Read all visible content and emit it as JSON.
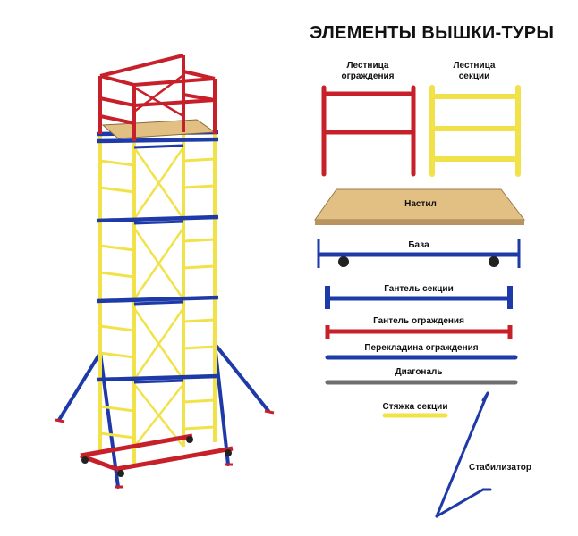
{
  "title": "ЭЛЕМЕНТЫ ВЫШКИ-ТУРЫ",
  "elements": {
    "ladder_guard": "Лестница ограждения",
    "ladder_section": "Лестница секции",
    "deck": "Настил",
    "base": "База",
    "dumbbell_section": "Гантель секции",
    "dumbbell_guard": "Гантель ограждения",
    "crossbar_guard": "Перекладина ограждения",
    "diagonal": "Диагональ",
    "tie_section": "Стяжка секции",
    "stabilizer": "Стабилизатор"
  },
  "colors": {
    "red": "#c8202a",
    "yellow": "#f2e24a",
    "blue": "#1e3aa8",
    "gray": "#6e6e6e",
    "wood": "#e2c083"
  }
}
